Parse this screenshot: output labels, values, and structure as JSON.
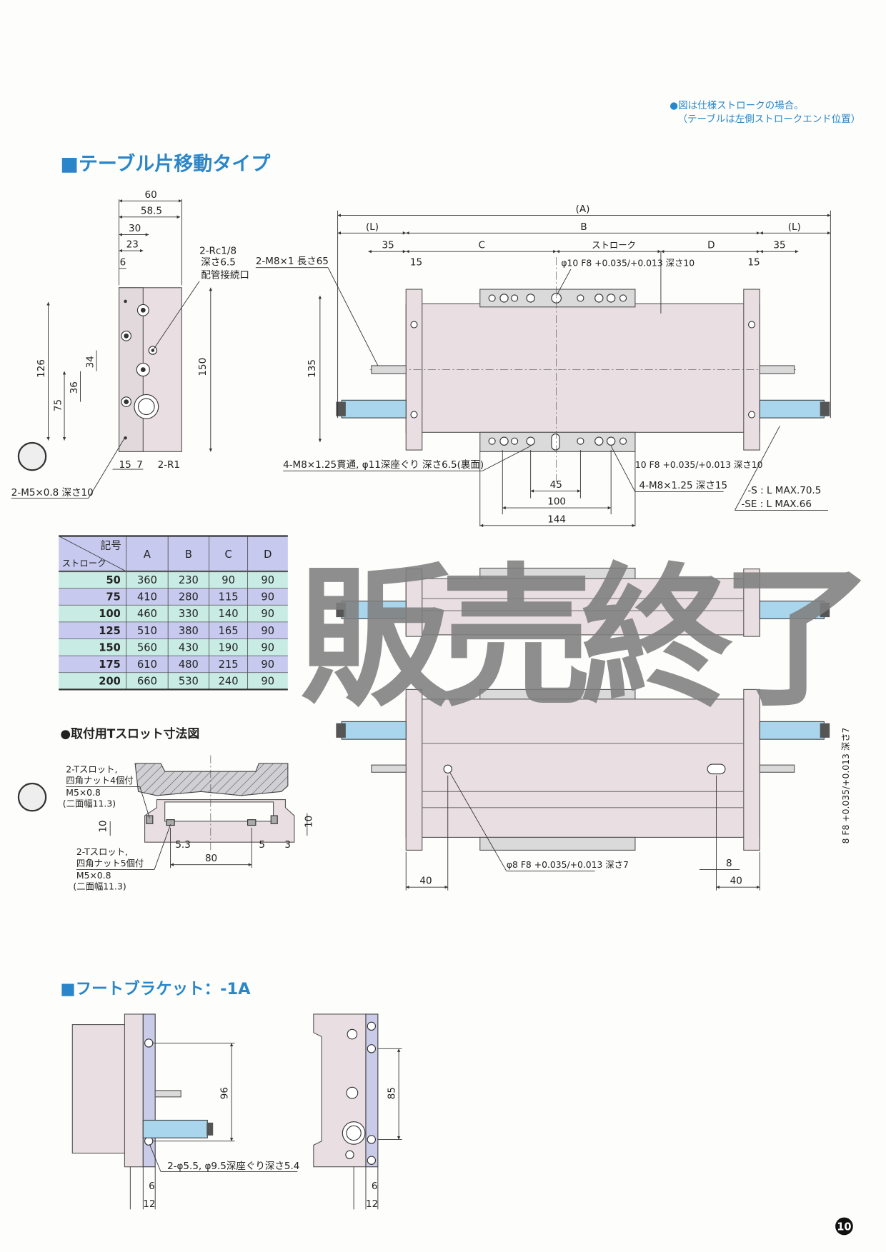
{
  "note": {
    "line1": "●図は仕様ストロークの場合。",
    "line2": "（テーブルは左側ストロークエンド位置）"
  },
  "section1_title": "■テーブル片移動タイプ",
  "side_view": {
    "dims": {
      "w60": "60",
      "w58_5": "58.5",
      "w30": "30",
      "w23": "23",
      "w6": "6",
      "h126": "126",
      "h75": "75",
      "h36": "36",
      "h34": "34",
      "h150": "150",
      "b15": "15",
      "b7": "7"
    },
    "port_label": [
      "2-Rc1/8",
      "深さ6.5",
      "配管接続口"
    ],
    "r1_label": "2-R1",
    "m5_label": "2-M5×0.8 深さ10"
  },
  "top_view": {
    "dims": {
      "A": "(A)",
      "L_left": "(L)",
      "L_right": "(L)",
      "B": "B",
      "C": "C",
      "stroke": "ストローク",
      "D": "D",
      "d35_left": "35",
      "d35_right": "35",
      "d15_left": "15",
      "d15_right": "15",
      "h135": "135",
      "d45": "45",
      "d100": "100",
      "d144": "144"
    },
    "labels": {
      "m8_rod": "2-M8×1 長さ65",
      "pin_hole_top": "φ10 F8 +0.035/+0.013 深さ10",
      "through_holes": "4-M8×1.25貫通, φ11深座ぐり 深さ6.5(裏面)",
      "pin_hole_bottom": "10 F8 +0.035/+0.013 深さ10",
      "tapped_holes": "4-M8×1.25 深さ15",
      "l_max_s": "-S : L  MAX.70.5",
      "l_max_se": "-SE : L  MAX.66"
    }
  },
  "table": {
    "header_corner_top": "記号",
    "header_corner_bottom": "ストローク",
    "columns": [
      "A",
      "B",
      "C",
      "D"
    ],
    "rows": [
      {
        "stroke": "50",
        "values": [
          "360",
          "230",
          "90",
          "90"
        ]
      },
      {
        "stroke": "75",
        "values": [
          "410",
          "280",
          "115",
          "90"
        ]
      },
      {
        "stroke": "100",
        "values": [
          "460",
          "330",
          "140",
          "90"
        ]
      },
      {
        "stroke": "125",
        "values": [
          "510",
          "380",
          "165",
          "90"
        ]
      },
      {
        "stroke": "150",
        "values": [
          "560",
          "430",
          "190",
          "90"
        ]
      },
      {
        "stroke": "175",
        "values": [
          "610",
          "480",
          "215",
          "90"
        ]
      },
      {
        "stroke": "200",
        "values": [
          "660",
          "530",
          "240",
          "90"
        ]
      }
    ]
  },
  "watermark": "販売終了",
  "tslot": {
    "title": "●取付用Tスロット寸法図",
    "upper_label": [
      "2-Tスロット,",
      "四角ナット4個付",
      "M5×0.8",
      "(二面幅11.3)"
    ],
    "lower_label": [
      "2-Tスロット,",
      "四角ナット5個付",
      "M5×0.8",
      "(二面幅11.3)"
    ],
    "dims": {
      "h10_left": "10",
      "h10_right": "10",
      "d5_3": "5.3",
      "d80": "80",
      "d5": "5",
      "d3": "3"
    }
  },
  "bottom_view": {
    "pin_label": "φ8 F8 +0.035/+0.013 深さ7",
    "side_pin_label": "8 F8 +0.035/+0.013 深さ7",
    "dims": {
      "d40_left": "40",
      "d40_right": "40",
      "d8": "8"
    }
  },
  "section2_title": "■フートブラケット：-1A",
  "foot": {
    "dims": {
      "h96": "96",
      "h85": "85",
      "d6_left": "6",
      "d12_left": "12",
      "d6_right": "6",
      "d12_right": "12"
    },
    "hole_label": "2-φ5.5, φ9.5深座ぐり深さ5.4"
  },
  "page_number": "10",
  "colors": {
    "accent": "#2a86c8",
    "body": "#e9dfe3",
    "rod": "#a9d6ec",
    "plate": "#c9cbe8",
    "table_head": "#c7c9ee",
    "table_row_a": "#c8ece4",
    "table_row_b": "#c7c9ee"
  }
}
